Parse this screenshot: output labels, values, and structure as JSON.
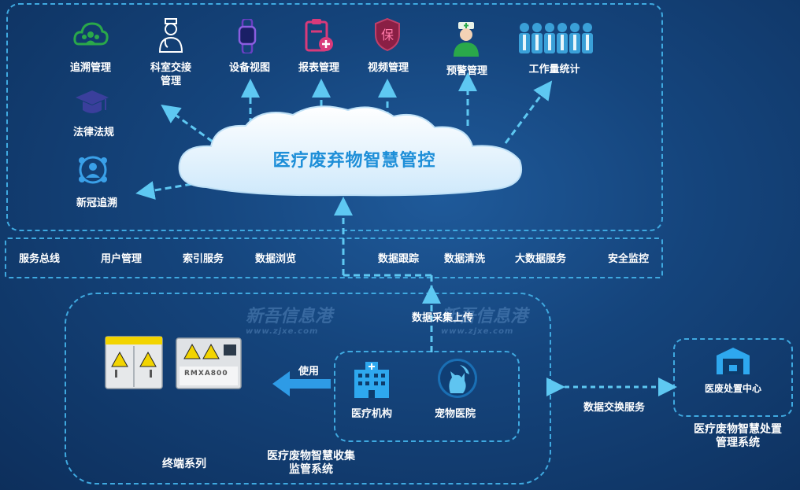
{
  "top_modules": [
    {
      "label": "追溯管理"
    },
    {
      "label": "科室交接\n管理"
    },
    {
      "label": "设备视图"
    },
    {
      "label": "报表管理"
    },
    {
      "label": "视频管理"
    },
    {
      "label": "预警管理"
    },
    {
      "label": "工作量统计"
    },
    {
      "label": "法律法规"
    },
    {
      "label": "新冠追溯"
    }
  ],
  "cloud_title": "医疗废弃物智慧管控",
  "services": [
    "服务总线",
    "用户管理",
    "索引服务",
    "数据浏览",
    "数据跟踪",
    "数据清洗",
    "大数据服务",
    "安全监控"
  ],
  "upload_label": "数据采集上传",
  "use_label": "使用",
  "device_model": "RMXA800",
  "medical_org": "医疗机构",
  "pet_hospital": "宠物医院",
  "terminal_label": "终端系列",
  "collect_system": "医疗废物智慧收集\n监管系统",
  "exchange_label": "数据交换服务",
  "disposal_center": "医废处置中心",
  "disposal_system": "医疗废物智慧处置\n管理系统",
  "watermark": {
    "text": "新吾信息港",
    "url": "www.zjxe.com"
  },
  "colors": {
    "accent": "#3fa9e0",
    "cloud_text": "#1e8fd8",
    "green_icon": "#2aa84a",
    "purple_icon": "#3a3f9c",
    "pink_icon": "#d93a7a",
    "blue_icon": "#1e90ff"
  }
}
